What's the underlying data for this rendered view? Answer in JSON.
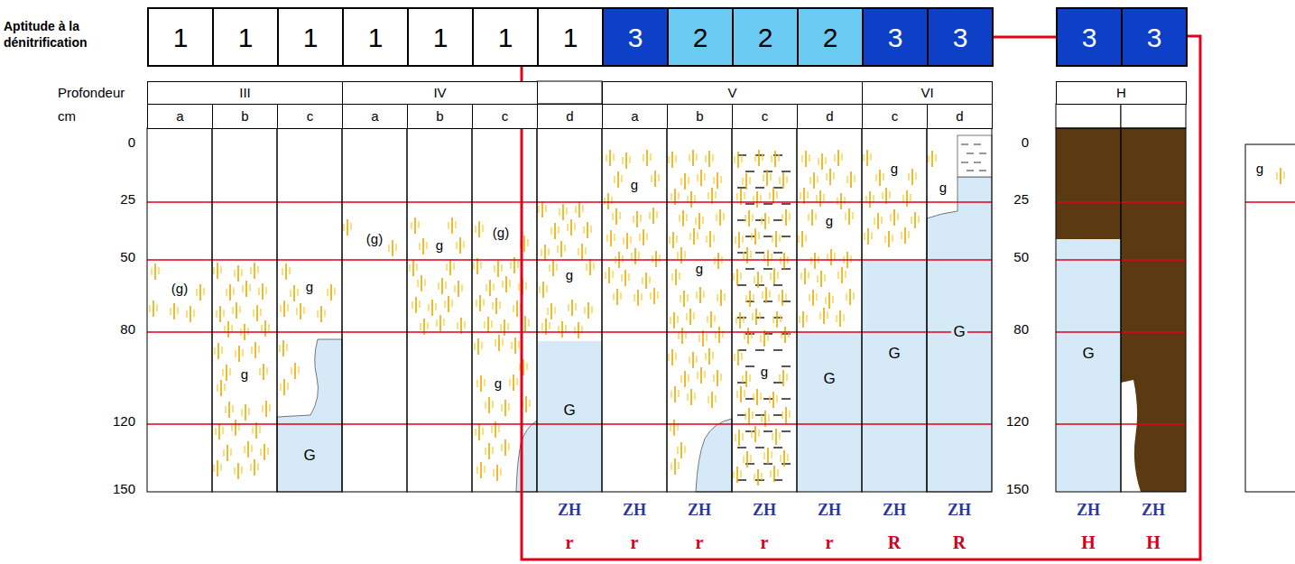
{
  "diagram": {
    "nodes": [
      {
        "text": [
          "1"
        ]
      },
      {
        "text": [
          "1"
        ]
      },
      {
        "text": [
          "1"
        ]
      },
      {
        "text": [
          "1"
        ]
      },
      {
        "text": [
          "1"
        ]
      },
      {
        "text": [
          "1"
        ]
      },
      {
        "text": [
          "1"
        ]
      },
      {
        "text": [
          "3"
        ]
      },
      {
        "text": [
          "2"
        ]
      },
      {
        "text": [
          "2"
        ]
      },
      {
        "text": [
          "2"
        ]
      },
      {
        "text": [
          "3"
        ]
      },
      {
        "text": [
          "3"
        ]
      },
      {
        "text": [
          "3"
        ]
      },
      {
        "text": [
          "3"
        ]
      },
      {
        "text": [
          "III"
        ]
      },
      {
        "text": [
          "IV"
        ]
      },
      {
        "text": [
          "V"
        ]
      },
      {
        "text": [
          "VI"
        ]
      },
      {
        "text": [
          "H"
        ]
      },
      {
        "text": [
          "a"
        ]
      },
      {
        "text": [
          "b"
        ]
      },
      {
        "text": [
          "c"
        ]
      },
      {
        "text": [
          "a"
        ]
      },
      {
        "text": [
          "b"
        ]
      },
      {
        "text": [
          "c"
        ]
      },
      {
        "text": [
          "d"
        ]
      },
      {
        "text": [
          "a"
        ]
      },
      {
        "text": [
          "b"
        ]
      },
      {
        "text": [
          "c"
        ]
      },
      {
        "text": [
          "d"
        ]
      },
      {
        "text": [
          "c"
        ]
      },
      {
        "text": [
          "d"
        ]
      }
    ],
    "edges": [
      {
        "from": 12,
        "to": 13,
        "arrow": "none"
      }
    ],
    "labels": [
      "Aptitude à la dénitrification",
      "Profondeur cm",
      "0",
      "25",
      "50",
      "80",
      "120",
      "150",
      "(g)",
      "g",
      "g",
      "G",
      "(g)",
      "g",
      "(g)",
      "g",
      "g",
      "G",
      "g",
      "g",
      "g",
      "g",
      "G",
      "g",
      "G",
      "g",
      "G",
      "0",
      "25",
      "50",
      "80",
      "120",
      "150",
      "G",
      "g",
      "ZH",
      "ZH",
      "ZH",
      "ZH",
      "ZH",
      "ZH",
      "ZH",
      "ZH",
      "ZH",
      "r",
      "r",
      "r",
      "r",
      "r",
      "R",
      "R",
      "H",
      "H"
    ]
  }
}
